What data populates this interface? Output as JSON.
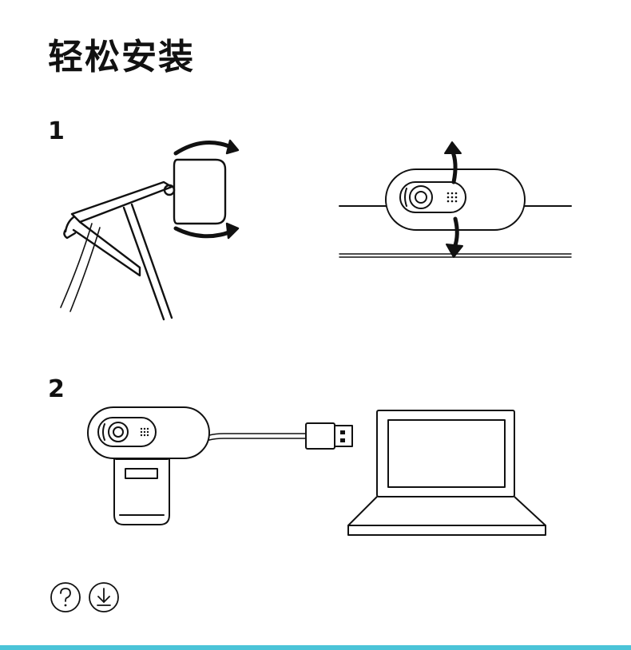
{
  "title": "轻松安装",
  "steps": [
    {
      "number": "1"
    },
    {
      "number": "2"
    }
  ],
  "icons": {
    "help": "question-circle-icon",
    "download": "download-circle-icon"
  },
  "colors": {
    "ink": "#111111",
    "accent": "#4bc4d8"
  }
}
